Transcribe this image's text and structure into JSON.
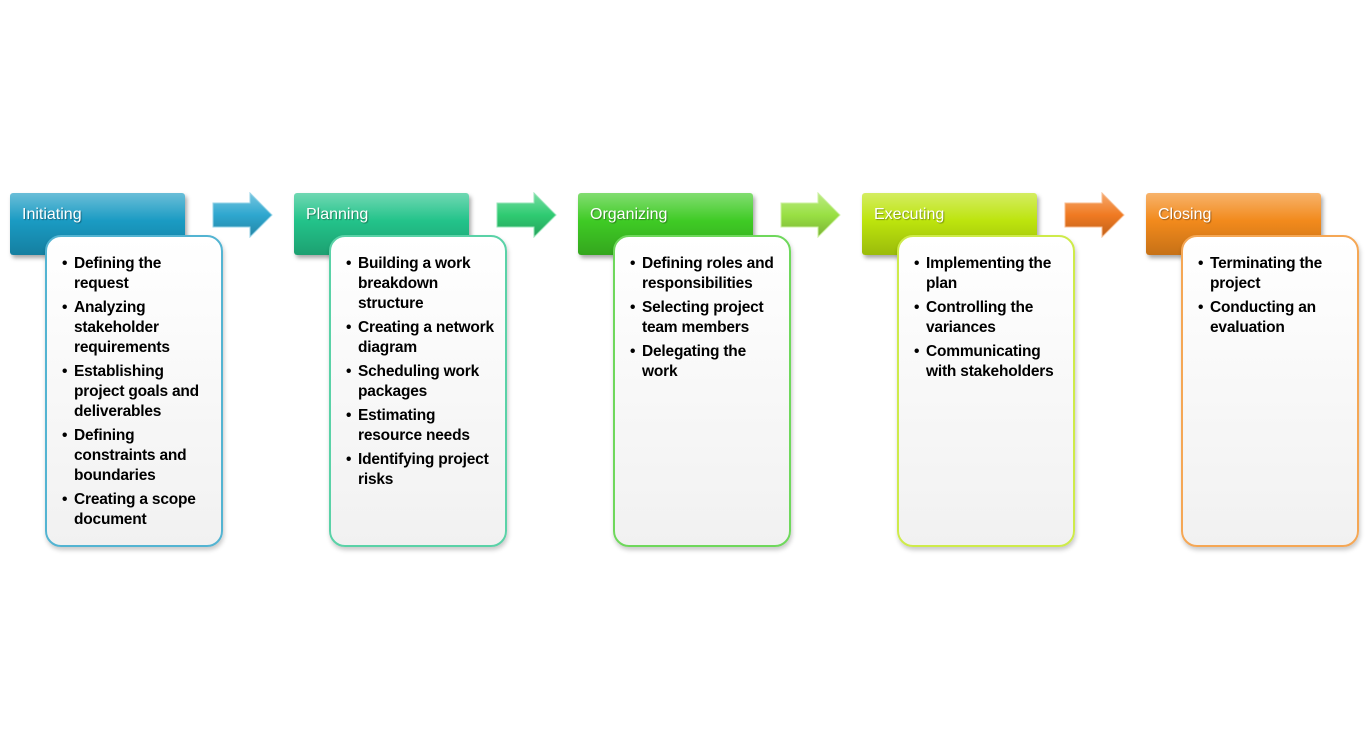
{
  "stages": [
    {
      "label": "Initiating",
      "color": "#1a9bc3",
      "items": [
        "Defining the request",
        "Analyzing stakeholder requirements",
        "Establishing project goals and deliverables",
        "Defining constraints and boundaries",
        "Creating a scope document"
      ]
    },
    {
      "label": "Planning",
      "color": "#23c38a",
      "items": [
        "Building a work breakdown structure",
        "Creating a network diagram",
        "Scheduling work packages",
        "Estimating resource needs",
        "Identifying project risks"
      ]
    },
    {
      "label": "Organizing",
      "color": "#3fcb25",
      "items": [
        "Defining roles and responsibilities",
        "Selecting project team members",
        "Delegating the work"
      ]
    },
    {
      "label": "Executing",
      "color": "#bde40d",
      "items": [
        "Implementing the plan",
        "Controlling the variances",
        "Communicating with stakeholders"
      ]
    },
    {
      "label": "Closing",
      "color": "#f28a1c",
      "items": [
        "Terminating the project",
        "Conducting an evaluation"
      ]
    }
  ],
  "arrows": [
    {
      "color": "#2ea7cf"
    },
    {
      "color": "#2fcb72"
    },
    {
      "color": "#99e043"
    },
    {
      "color": "#f07a22"
    }
  ]
}
